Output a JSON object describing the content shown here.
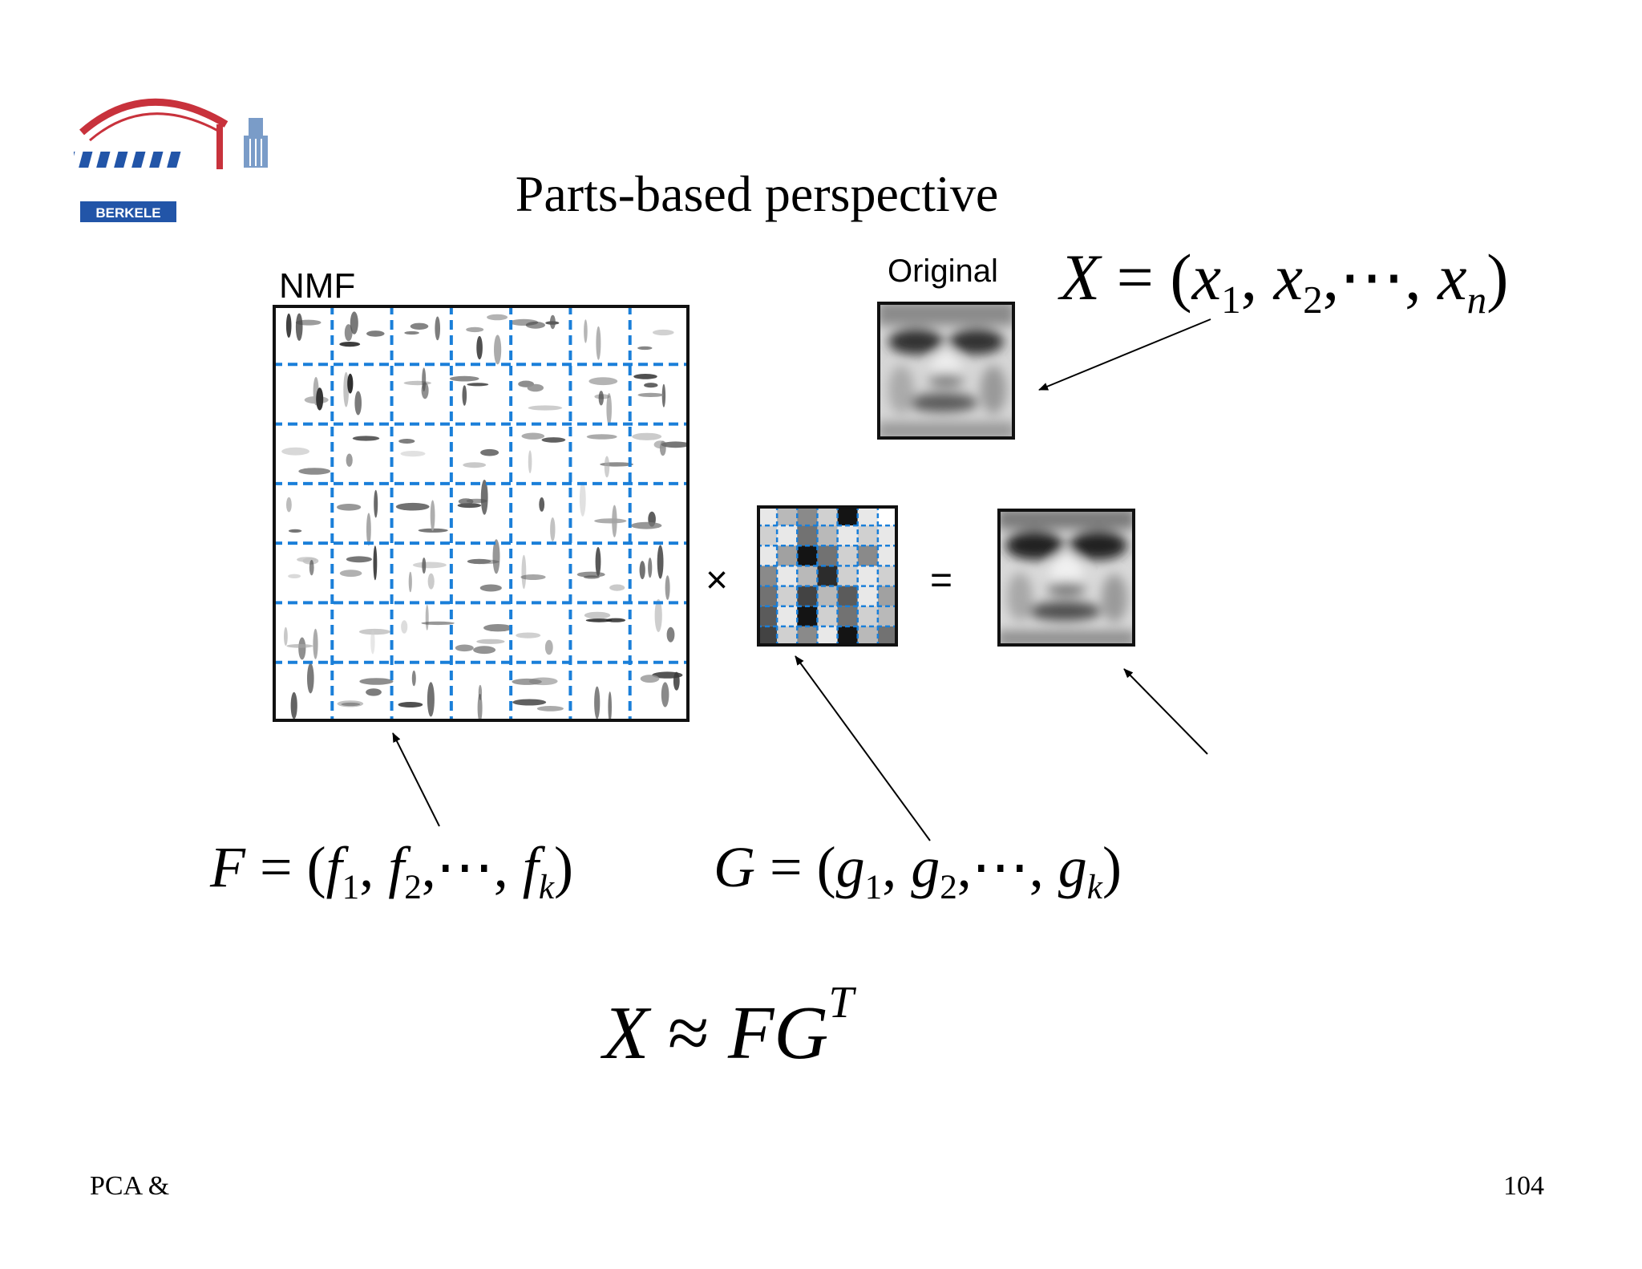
{
  "slide": {
    "title": "Parts-based perspective",
    "label_nmf": "NMF",
    "label_original": "Original",
    "op_times": "×",
    "op_equals": "=",
    "logo_text": "BERKELE"
  },
  "equations": {
    "x": {
      "lhs": "X",
      "eq": " = (",
      "v": "x",
      "s1": "1",
      "s2": "2",
      "dots": "⋯",
      "sn": "n",
      "close": ")"
    },
    "f": {
      "lhs": "F",
      "eq": " = (",
      "v": "f",
      "s1": "1",
      "s2": "2",
      "dots": "⋯",
      "sn": "k",
      "close": ")"
    },
    "g": {
      "lhs": "G",
      "eq": " = (",
      "v": "g",
      "s1": "1",
      "s2": "2",
      "dots": "⋯",
      "sn": "k",
      "close": ")"
    },
    "approx": {
      "lhs": "X",
      "op": " ≈ ",
      "rhs": "FG",
      "sup": "T"
    }
  },
  "footer": {
    "left": "PCA &",
    "page": "104"
  },
  "colors": {
    "grid_dash": "#1a7fd9",
    "logo_arch": "#c8323c",
    "logo_blue": "#2255a8"
  },
  "coeff_matrix": {
    "rows": 7,
    "cols": 7,
    "values": [
      [
        0.1,
        0.3,
        0.5,
        0.2,
        1.0,
        0.1,
        0.0
      ],
      [
        0.2,
        0.1,
        0.6,
        0.3,
        0.1,
        0.2,
        0.1
      ],
      [
        0.1,
        0.4,
        1.0,
        0.6,
        0.2,
        0.5,
        0.1
      ],
      [
        0.5,
        0.1,
        0.3,
        0.9,
        0.2,
        0.1,
        0.2
      ],
      [
        0.6,
        0.2,
        0.8,
        0.3,
        0.7,
        0.1,
        0.4
      ],
      [
        0.7,
        0.1,
        1.0,
        0.2,
        0.6,
        0.2,
        0.3
      ],
      [
        0.8,
        0.2,
        0.5,
        0.1,
        1.0,
        0.3,
        0.6
      ]
    ]
  }
}
